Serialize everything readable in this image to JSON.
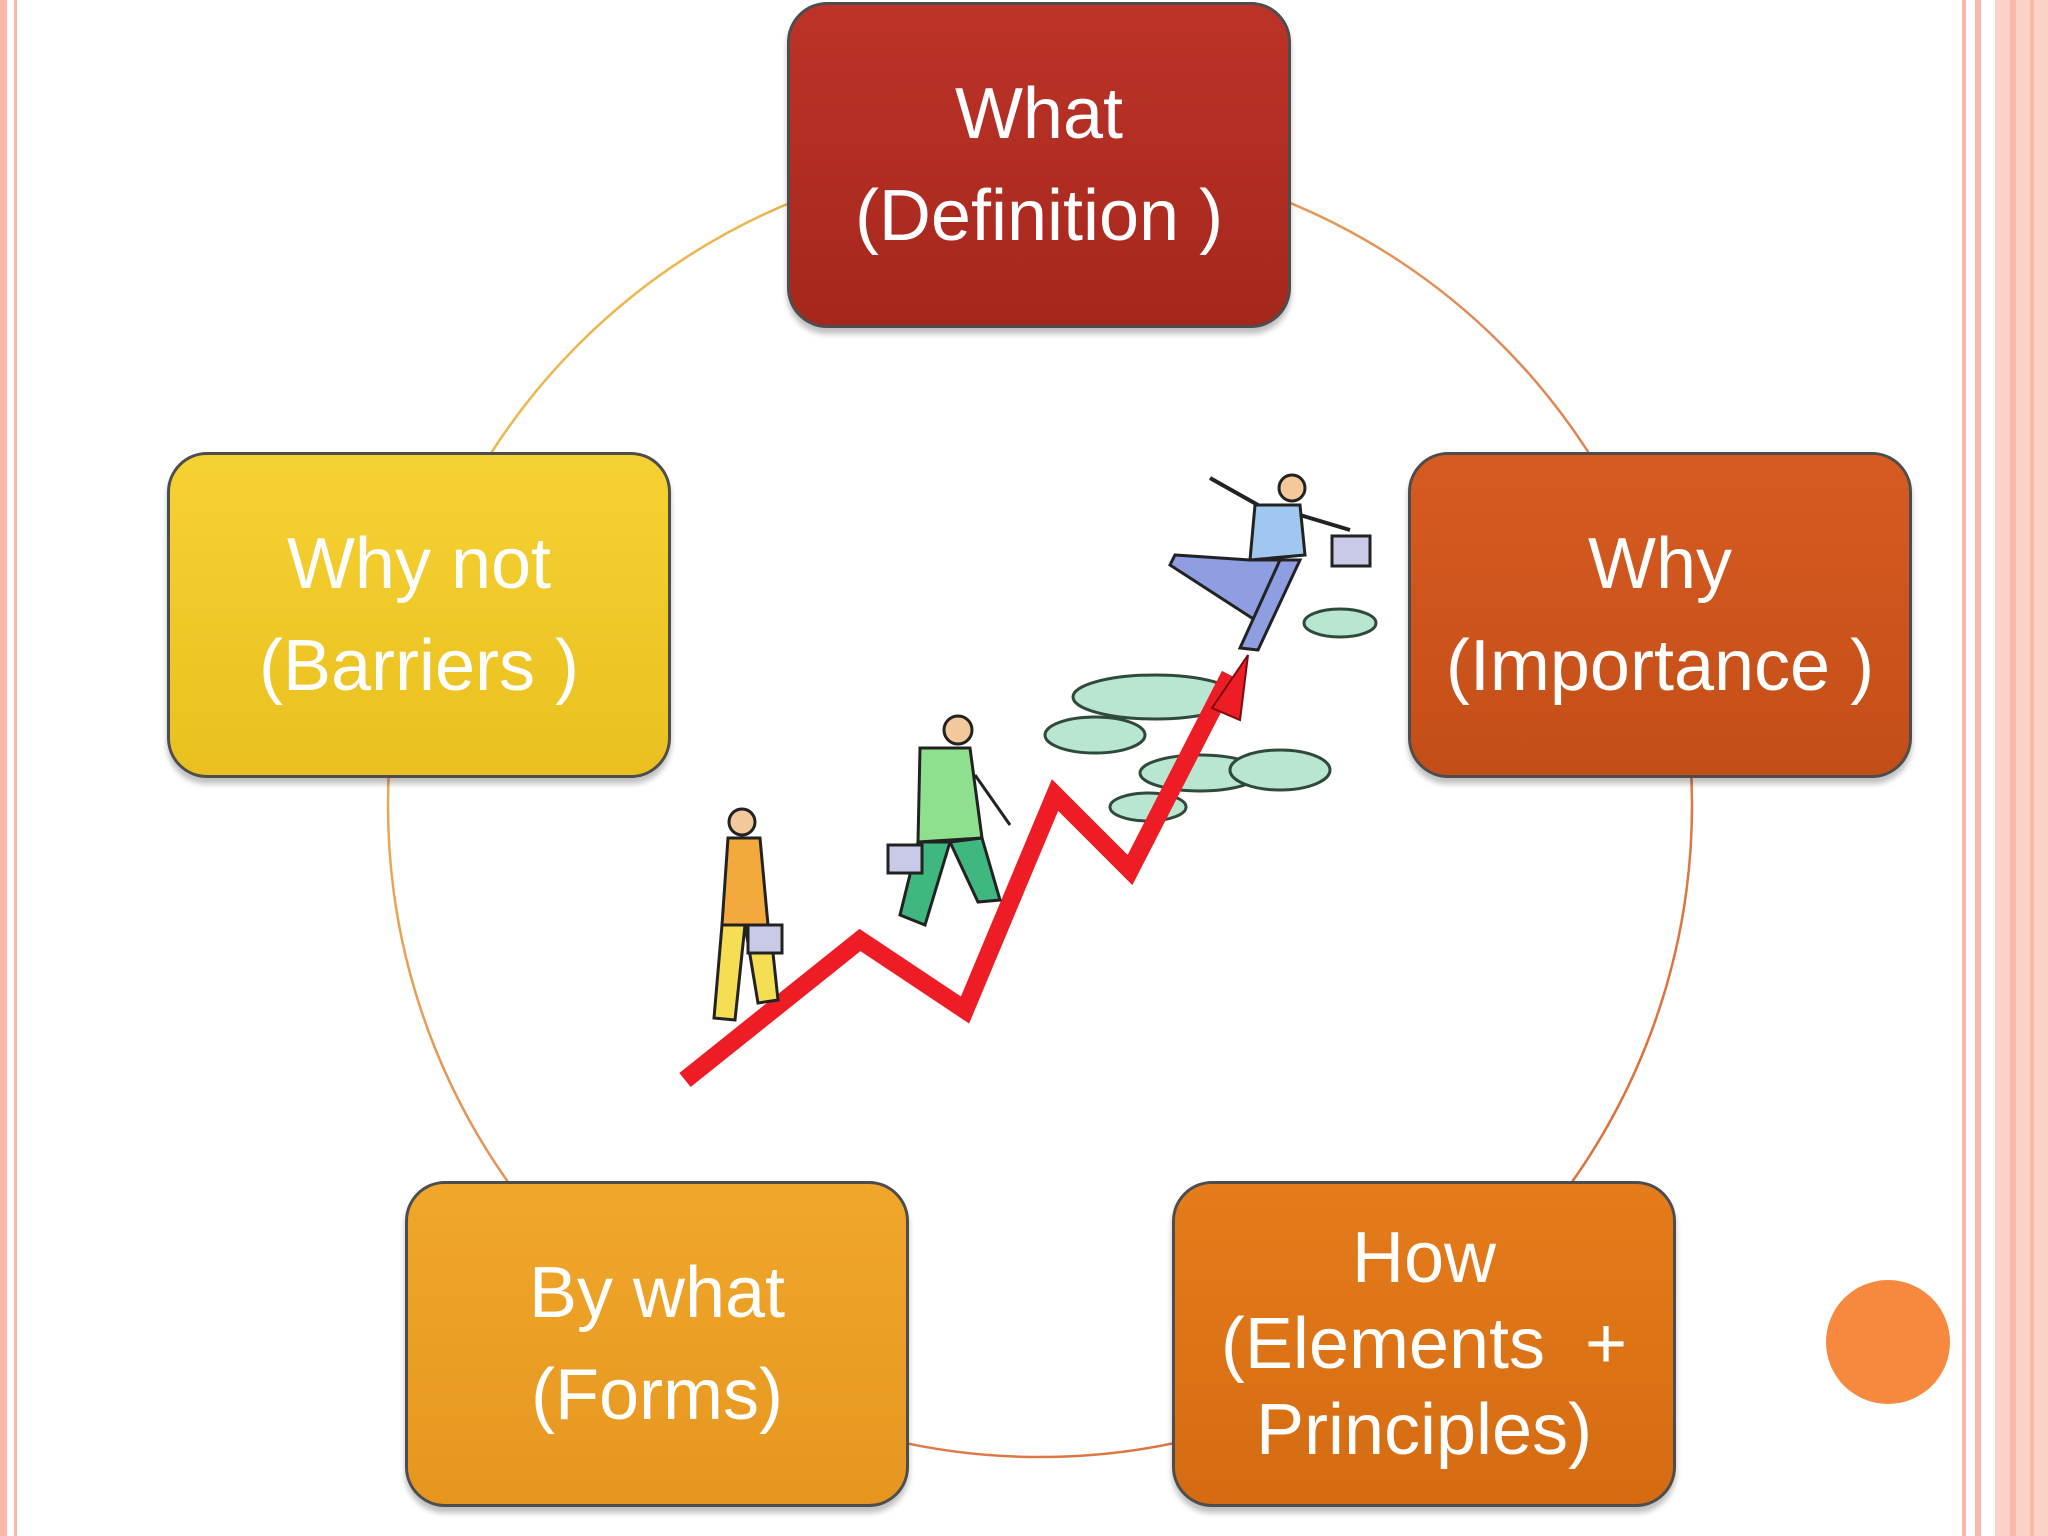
{
  "slide": {
    "nodes": [
      {
        "id": "what",
        "title": "What",
        "subtitle": "(Definition )",
        "color": "#b02a1f"
      },
      {
        "id": "why",
        "title": "Why",
        "subtitle": "(Importance )",
        "color": "#cd541b"
      },
      {
        "id": "how",
        "title": "How",
        "subtitle": "(Elements  +",
        "subtitle2": "Principles)",
        "color": "#df7418"
      },
      {
        "id": "bywhat",
        "title": "By what",
        "subtitle": "(Forms)",
        "color": "#eca024"
      },
      {
        "id": "whynot",
        "title": "Why not",
        "subtitle": "(Barriers )",
        "color": "#f1ca2b"
      }
    ],
    "illustration": "climbing-businessmen-clipart",
    "accent_color": "#f6893d",
    "border_color": "#f8b9a8"
  }
}
